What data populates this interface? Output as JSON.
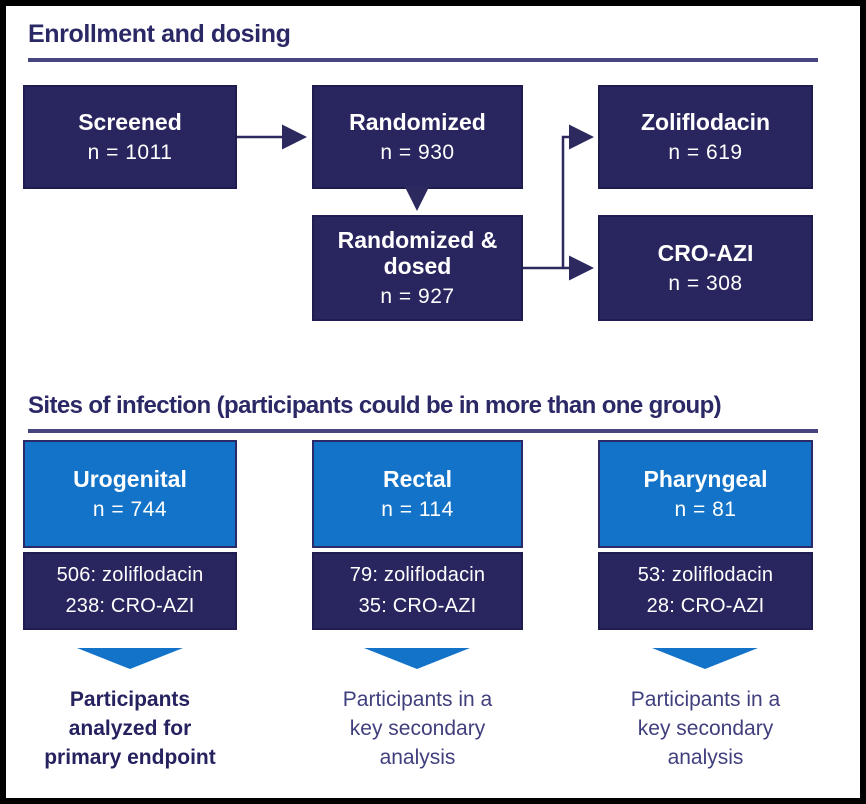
{
  "colors": {
    "navy_box": "#29265f",
    "blue_box": "#1273c8",
    "title_text": "#2b2866",
    "divider": "#47457f",
    "outcome_text": "#403f7d",
    "outcome_bold_text": "#262260",
    "box_text": "#ffffff",
    "frame_border": "#000000"
  },
  "section1": {
    "title": "Enrollment and dosing",
    "boxes": [
      {
        "label": "Screened",
        "n": "n = 1011"
      },
      {
        "label": "Randomized",
        "n": "n = 930"
      },
      {
        "label": "Zoliflodacin",
        "n": "n = 619"
      },
      {
        "label": "Randomized & dosed",
        "n": "n = 927"
      },
      {
        "label": "CRO-AZI",
        "n": "n = 308"
      }
    ]
  },
  "section2": {
    "title": "Sites of infection (participants could be in more than one group)",
    "columns": [
      {
        "site": "Urogenital",
        "n": "n = 744",
        "zoliflodacin_line": "506: zoliflodacin",
        "cro_azi_line": "238: CRO-AZI",
        "outcome_lines": [
          "Participants",
          "analyzed for",
          "primary endpoint"
        ]
      },
      {
        "site": "Rectal",
        "n": "n = 114",
        "zoliflodacin_line": "79: zoliflodacin",
        "cro_azi_line": "35: CRO-AZI",
        "outcome_lines": [
          "Participants in a",
          "key secondary",
          "analysis"
        ]
      },
      {
        "site": "Pharyngeal",
        "n": "n = 81",
        "zoliflodacin_line": "53: zoliflodacin",
        "cro_azi_line": "28: CRO-AZI",
        "outcome_lines": [
          "Participants in a",
          "key secondary",
          "analysis"
        ]
      }
    ]
  }
}
